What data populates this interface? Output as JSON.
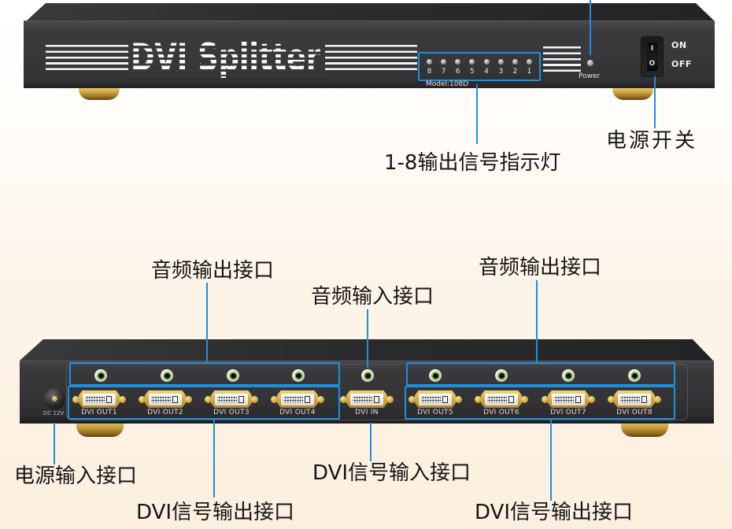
{
  "colors": {
    "callout_blue": "#1e8fdd",
    "device_body": "#38383a",
    "gold": "#d0a83e"
  },
  "front": {
    "title": "DVI Splitter",
    "model": "Model:108D",
    "power_label": "Power",
    "leds": [
      "8",
      "7",
      "6",
      "5",
      "4",
      "3",
      "2",
      "1"
    ],
    "switch": {
      "on": "ON",
      "off": "OFF",
      "i": "I",
      "o": "O"
    },
    "annotations": {
      "leds": "1-8输出信号指示灯",
      "power_switch": "电源开关"
    }
  },
  "rear": {
    "dc_label": "DC 12V",
    "dvi_in": "DVI IN",
    "dvi_out": [
      "DVI OUT1",
      "DVI OUT2",
      "DVI OUT3",
      "DVI OUT4",
      "DVI OUT5",
      "DVI OUT6",
      "DVI OUT7",
      "DVI OUT8"
    ],
    "annotations": {
      "audio_out_left": "音频输出接口",
      "audio_in": "音频输入接口",
      "audio_out_right": "音频输出接口",
      "power_in": "电源输入接口",
      "dvi_out_left": "DVI信号输出接口",
      "dvi_in": "DVI信号输入接口",
      "dvi_out_right": "DVI信号输出接口"
    }
  }
}
